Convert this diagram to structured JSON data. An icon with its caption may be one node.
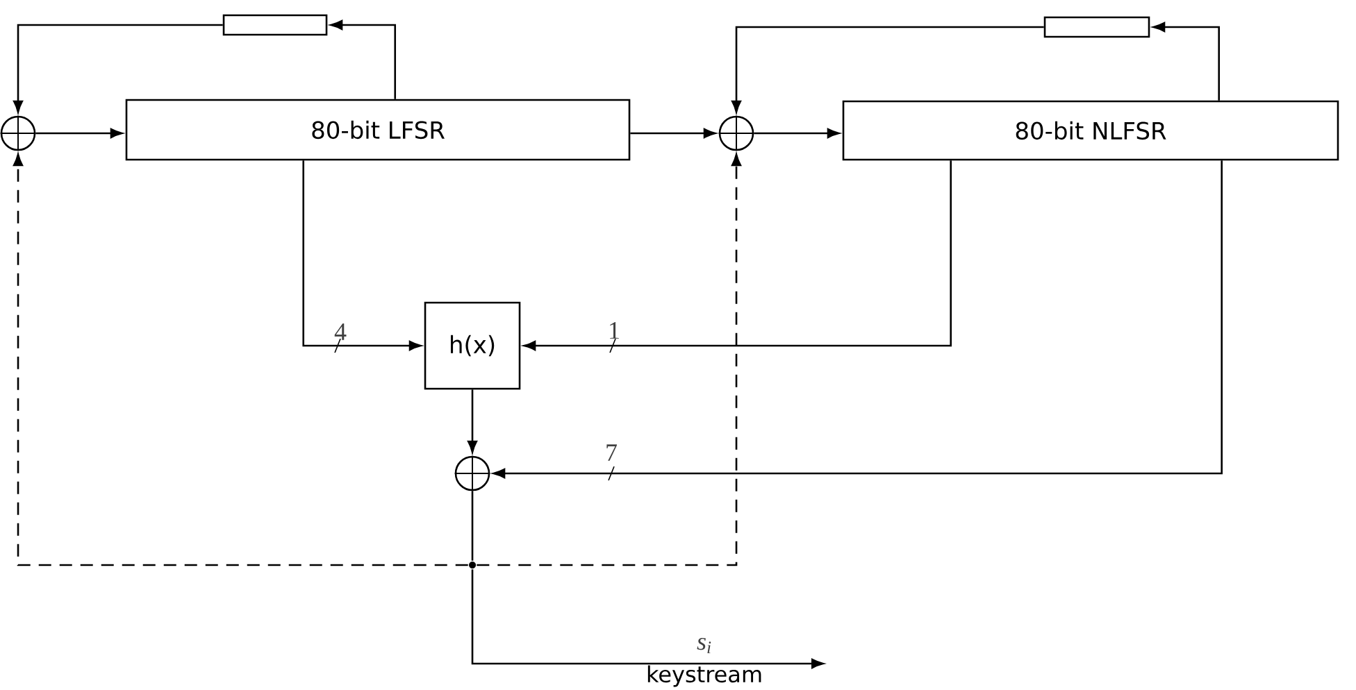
{
  "diagram": {
    "nodes": [
      {
        "text": [],
        "shape": "circle"
      },
      {
        "text": [
          "80-bit  LFSR"
        ]
      },
      {
        "text": [],
        "shape": "box"
      },
      {
        "text": [],
        "shape": "circle"
      },
      {
        "text": [
          "80-bit  NLFSR"
        ]
      },
      {
        "text": [],
        "shape": "box"
      },
      {
        "text": [
          "h(x)"
        ]
      },
      {
        "text": [],
        "shape": "circle"
      },
      {
        "text": [],
        "shape": "dot"
      }
    ],
    "edges": [
      {
        "from": 1,
        "to": 2,
        "arrow": "to"
      },
      {
        "from": 2,
        "to": 0,
        "arrow": "to"
      },
      {
        "from": 0,
        "to": 1,
        "arrow": "to"
      },
      {
        "from": 1,
        "to": 3,
        "arrow": "to"
      },
      {
        "from": 3,
        "to": 4,
        "arrow": "to"
      },
      {
        "from": 4,
        "to": 5,
        "arrow": "to"
      },
      {
        "from": 5,
        "to": 3,
        "arrow": "to"
      },
      {
        "from": 1,
        "to": 6,
        "arrow": "to",
        "label": "4"
      },
      {
        "from": 4,
        "to": 6,
        "arrow": "to",
        "label": "1"
      },
      {
        "from": 6,
        "to": 7,
        "arrow": "to"
      },
      {
        "from": 4,
        "to": 7,
        "arrow": "to",
        "label": "7"
      },
      {
        "from": 7,
        "to": 8,
        "arrow": "none"
      },
      {
        "from": 8,
        "to": null,
        "arrow": "to",
        "label": "s$_{i}$"
      },
      {
        "from": 8,
        "to": 0,
        "arrow": "to",
        "style": "dashed"
      },
      {
        "from": 8,
        "to": 3,
        "arrow": "to",
        "style": "dashed"
      }
    ],
    "labels": [
      "keystream"
    ]
  }
}
